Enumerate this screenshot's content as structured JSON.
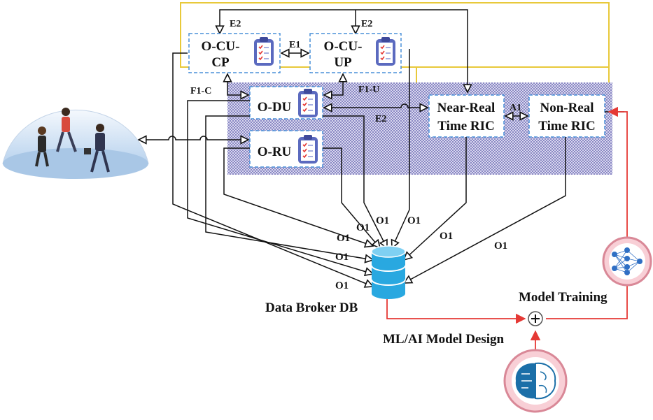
{
  "nodes": {
    "ocu_cp": {
      "line1": "O-CU-",
      "line2": "CP"
    },
    "ocu_up": {
      "line1": "O-CU-",
      "line2": "UP"
    },
    "odu": {
      "label": "O-DU"
    },
    "oru": {
      "label": "O-RU"
    },
    "near_rt_ric": {
      "line1": "Near-Real",
      "line2": "Time RIC"
    },
    "non_rt_ric": {
      "line1": "Non-Real",
      "line2": "Time RIC"
    }
  },
  "interfaces": {
    "e2_left": "E2",
    "e2_right": "E2",
    "e1": "E1",
    "f1c": "F1-C",
    "f1u": "F1-U",
    "e2_du": "E2",
    "a1": "A1"
  },
  "o1_labels": [
    "O1",
    "O1",
    "O1",
    "O1",
    "O1",
    "O1",
    "O1",
    "O1"
  ],
  "captions": {
    "data_broker": "Data Broker DB",
    "model_design": "ML/AI Model Design",
    "model_training": "Model Training"
  },
  "colors": {
    "flow_red": "#e53935",
    "yellow_border": "#e8c93a",
    "node_border": "#4a90d9",
    "grid_fill": "#8e8cc7",
    "db_blue": "#29a8e0"
  }
}
